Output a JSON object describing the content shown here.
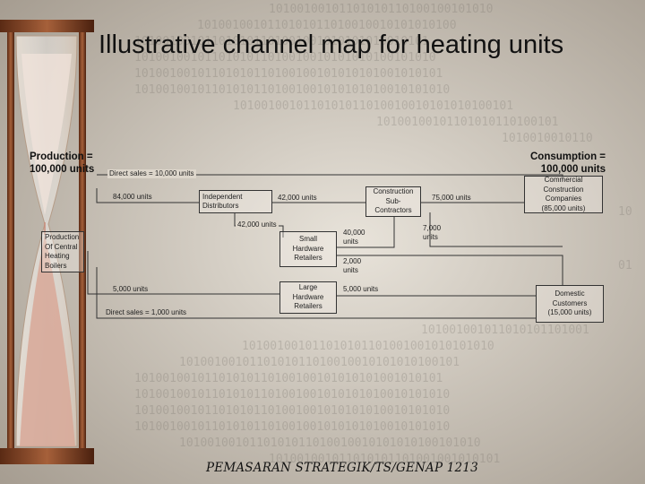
{
  "title": "Illustrative channel map for heating units",
  "production_label": "Production =\n100,000 units",
  "consumption_label": "Consumption =\n100,000 units",
  "nodes": {
    "producer": "Production\nOf Central\nHeating\nBoilers",
    "independent_distributors": "Independent\nDistributors",
    "construction_subcontractors": "Construction\nSub-\nContractors",
    "small_retailers": "Small\nHardware\nRetailers",
    "large_retailers": "Large\nHardware\nRetailers",
    "commercial": "Commercial\nConstruction\nCompanies\n(85,000 units)",
    "domestic": "Domestic\nCustomers\n(15,000 units)"
  },
  "flows": {
    "direct_top": "Direct sales = 10,000 units",
    "to_distributors": "84,000 units",
    "dist_to_sub": "42,000 units",
    "dist_to_small": "42,000 units",
    "sub_to_commercial": "75,000 units",
    "small_to_sub": "40,000\nunits",
    "small_to_domestic": "2,000\nunits",
    "to_large": "5,000 units",
    "large_to_domestic": "5,000 units",
    "direct_bottom": "Direct sales = 1,000 units",
    "domestic_flow": "7,000\nunits"
  },
  "footer": "PEMASARAN STRATEGIK/TS/GENAP 1213",
  "colors": {
    "background": "#d9d2c6",
    "line": "#333333",
    "frame": "#8a4a2e"
  }
}
